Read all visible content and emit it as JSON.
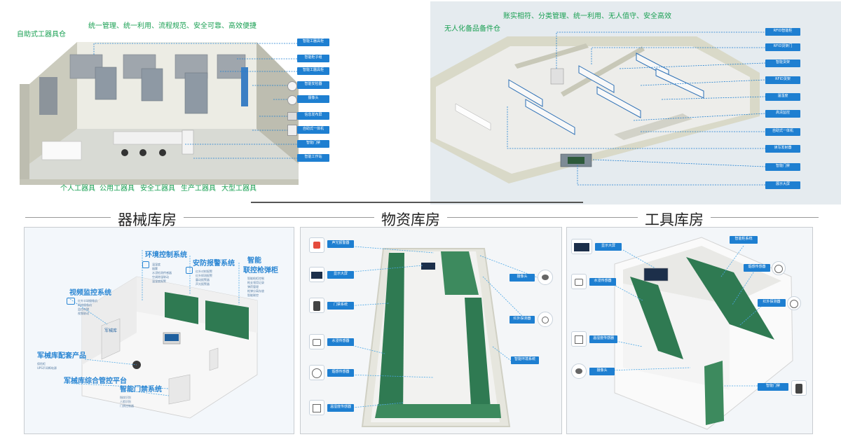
{
  "top_left": {
    "title": "自助式工器具仓",
    "slogan": "统一管理、统一利用、流程规范、安全可靠、高效便捷",
    "callouts": [
      "智能工器具柜",
      "智能柜子组",
      "智能工器具柜",
      "智能安检器",
      "摄像头",
      "信息发布屏",
      "自助式一体机",
      "智能门禁",
      "智能工作站"
    ],
    "categories": [
      "个人工器具",
      "公用工器具",
      "安全工器具",
      "生产工器具",
      "大型工器具"
    ]
  },
  "top_right": {
    "title": "无人化备品备件仓",
    "slogan": "账实相符、分类管理、统一利用、无人值守、安全高效",
    "callouts": [
      "RFID智能柜",
      "RFID货架门",
      "智能货架",
      "RFID货架",
      "温湿度",
      "高清监控",
      "自助式一体机",
      "读写发射器",
      "智能门禁",
      "展示大屏"
    ]
  },
  "section_titles": {
    "armory": "器械库房",
    "materials": "物资库房",
    "tools": "工具库房"
  },
  "armory": {
    "labels": {
      "env": "环境控制系统",
      "security": "安防报警系统",
      "smart": "智能",
      "smart2": "联控枪弹柜",
      "video": "视频监控系统",
      "products": "军械库配套产品",
      "platform": "军械库综合管控平台",
      "door": "智能门禁系统"
    },
    "mini_env": [
      "温湿度",
      "烟雾",
      "水浸检测传感器",
      "空调除湿联动",
      "温湿度报警"
    ],
    "mini_security": [
      "红外对射报警",
      "红外探测报警",
      "震动报警器",
      "声光报警器"
    ],
    "mini_smart": [
      "智能枪柜控制",
      "枪支领用记录",
      "弹药管理",
      "枪弹分离存放",
      "智能联控"
    ],
    "mini_video": [
      "红外半球摄像机",
      "网络摄像机",
      "监控存储",
      "视频联动"
    ],
    "mini_products": [
      "保险柜",
      "UPS不间断电源"
    ],
    "mini_door": [
      "指纹识别",
      "人脸识别",
      "门禁控制器"
    ],
    "wall_logo": "军械库"
  },
  "materials": {
    "left_labels": [
      "声光报警器",
      "显示大屏",
      "门禁系统",
      "水浸传感器",
      "烟感传感器",
      "温湿度传感器"
    ],
    "right_labels": [
      "摄像头",
      "红外探测器",
      "智能环境系统"
    ]
  },
  "tools": {
    "left_labels": [
      "显示大屏",
      "水浸传感器",
      "温湿度传感器",
      "摄像头"
    ],
    "right_labels": [
      "智能柜系统",
      "烟感传感器",
      "红外探测器",
      "智能门禁"
    ]
  },
  "colors": {
    "green_text": "#1aa053",
    "callout_blue": "#1e7fd1",
    "label_blue": "#2a86d3",
    "cabinet_green": "#2f7a52",
    "wall": "#d2d2c6"
  }
}
